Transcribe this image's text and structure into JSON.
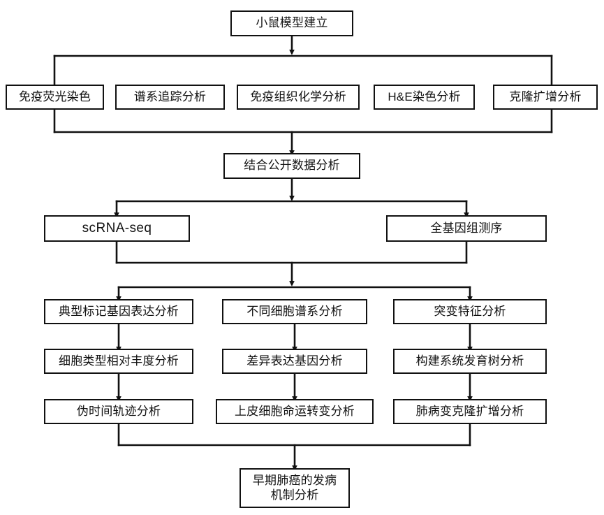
{
  "diagram": {
    "title_text": "小鼠模型建立",
    "language": "zh",
    "background_color": "#ffffff",
    "line_color": "#111111",
    "box_border_color": "#111111",
    "box_fill_color": "#ffffff",
    "text_color": "#111111"
  },
  "nodes": {
    "mouse_model": {
      "label": "小鼠模型建立"
    },
    "immunofluorescence": {
      "label": "免疫荧光染色"
    },
    "lineage_tracing": {
      "label": "谱系追踪分析"
    },
    "immunohistochemistry": {
      "label": "免疫组织化学分析"
    },
    "he_staining": {
      "label": "H&E染色分析"
    },
    "clonal_expansion": {
      "label": "克隆扩增分析"
    },
    "public_data": {
      "label": "结合公开数据分析"
    },
    "scrna_seq": {
      "label": "scRNA-seq"
    },
    "wgs": {
      "label": "全基因组测序"
    },
    "marker_gene": {
      "label": "典型标记基因表达分析"
    },
    "cell_abundance": {
      "label": "细胞类型相对丰度分析"
    },
    "pseudotime": {
      "label": "伪时间轨迹分析"
    },
    "cell_lineage": {
      "label": "不同细胞谱系分析"
    },
    "deg": {
      "label": "差异表达基因分析"
    },
    "epithelial_fate": {
      "label": "上皮细胞命运转变分析"
    },
    "mutation_signature": {
      "label": "突变特征分析"
    },
    "phylogenetic_tree": {
      "label": "构建系统发育树分析"
    },
    "lung_lesion_clonal": {
      "label": "肺病变克隆扩增分析"
    },
    "conclusion": {
      "label": "早期肺癌的发病\n机制分析"
    }
  },
  "edges": [
    {
      "from": "mouse_model",
      "to": "assay_row",
      "type": "split"
    },
    {
      "from": "assay_row",
      "to": "public_data",
      "type": "merge"
    },
    {
      "from": "public_data",
      "to": "sequencing_row",
      "type": "split"
    },
    {
      "from": "sequencing_row",
      "to": "analysis_columns",
      "type": "merge-split"
    },
    {
      "from": "marker_gene",
      "to": "cell_abundance",
      "type": "arrow"
    },
    {
      "from": "cell_abundance",
      "to": "pseudotime",
      "type": "arrow"
    },
    {
      "from": "cell_lineage",
      "to": "deg",
      "type": "arrow"
    },
    {
      "from": "deg",
      "to": "epithelial_fate",
      "type": "arrow"
    },
    {
      "from": "mutation_signature",
      "to": "phylogenetic_tree",
      "type": "arrow"
    },
    {
      "from": "phylogenetic_tree",
      "to": "lung_lesion_clonal",
      "type": "arrow"
    },
    {
      "from": "analysis_columns",
      "to": "conclusion",
      "type": "merge"
    }
  ]
}
